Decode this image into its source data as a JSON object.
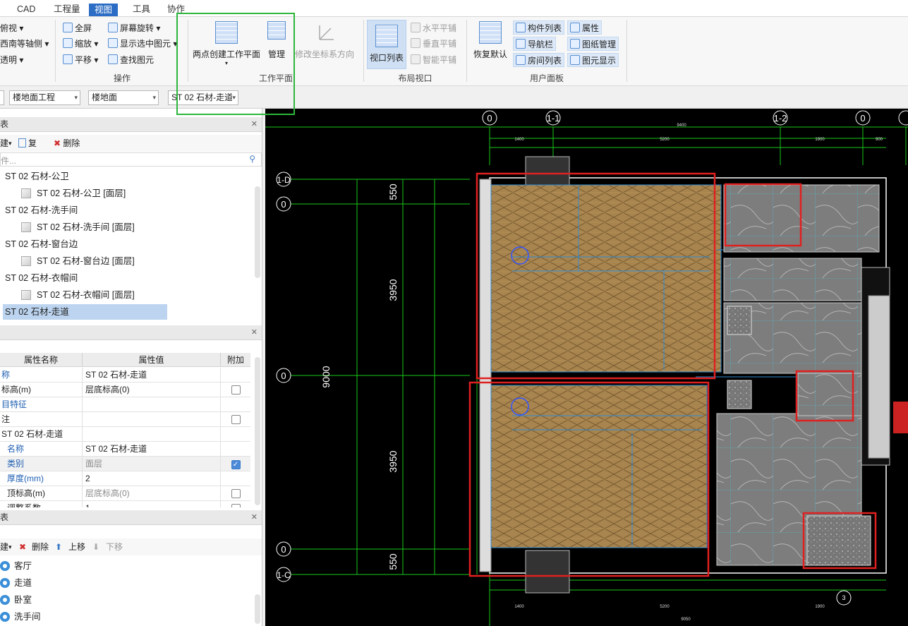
{
  "menu": [
    "CAD",
    "工程量",
    "视图",
    "工具",
    "协作"
  ],
  "menu_active": "视图",
  "ribbon": {
    "view_left": [
      "俯视",
      "西南等轴侧",
      "透明"
    ],
    "operate": {
      "fullscreen": "全屏",
      "zoom": "缩放",
      "pan": "平移",
      "rotate": "屏幕旋转",
      "show_selected": "显示选中图元",
      "find": "查找图元",
      "title": "操作"
    },
    "workplane": {
      "two_point": "两点创建工作平面",
      "manage": "管理",
      "modify_coord": "修改坐标系方向",
      "title": "工作平面"
    },
    "layout": {
      "viewport_list": "视口列表",
      "h_tile": "水平平铺",
      "v_tile": "垂直平铺",
      "smart_tile": "智能平铺",
      "title": "布局视口"
    },
    "user_panel": {
      "restore": "恢复默认",
      "component_list": "构件列表",
      "properties": "属性",
      "navigator": "导航栏",
      "drawing_mgmt": "图纸管理",
      "room_list": "房间列表",
      "element_display": "图元显示",
      "title": "用户面板"
    }
  },
  "toolbar2": {
    "combo1": "楼地面工程",
    "combo2": "楼地面",
    "combo3": "ST 02 石材-走道"
  },
  "component_panel": {
    "title": "表",
    "new": "建",
    "copy": "复制",
    "delete": "删除",
    "search_placeholder": "件...",
    "items": [
      {
        "label": "ST 02 石材-公卫",
        "level": 0
      },
      {
        "label": "ST 02 石材-公卫 [面层]",
        "level": 1
      },
      {
        "label": "ST 02 石材-洗手间",
        "level": 0
      },
      {
        "label": "ST 02 石材-洗手间 [面层]",
        "level": 1
      },
      {
        "label": "ST 02 石材-窗台边",
        "level": 0
      },
      {
        "label": "ST 02 石材-窗台边 [面层]",
        "level": 1
      },
      {
        "label": "ST 02 石材-衣帽间",
        "level": 0
      },
      {
        "label": "ST 02 石材-衣帽间 [面层]",
        "level": 1
      },
      {
        "label": "ST 02 石材-走道",
        "level": 0,
        "selected": true
      }
    ]
  },
  "property_panel": {
    "headers": [
      "属性名称",
      "属性值",
      "附加"
    ],
    "rows": [
      {
        "name": "称",
        "value": "ST 02 石材-走道",
        "name_class": "blue",
        "check": null
      },
      {
        "name": "标高(m)",
        "value": "层底标高(0)",
        "check": false
      },
      {
        "name": "目特征",
        "value": "",
        "name_class": "blue",
        "check": null
      },
      {
        "name": "注",
        "value": "",
        "check": false
      },
      {
        "name": "ST 02 石材-走道",
        "value": "",
        "check": null
      },
      {
        "name": "名称",
        "value": "ST 02 石材-走道",
        "name_class": "blue",
        "indent": true,
        "check": null
      },
      {
        "name": "类别",
        "value": "面层",
        "name_class": "blue",
        "indent": true,
        "value_class": "grey",
        "check": true,
        "gray": true
      },
      {
        "name": "厚度(mm)",
        "value": "2",
        "name_class": "blue",
        "indent": true,
        "check": null
      },
      {
        "name": "顶标高(m)",
        "value": "层底标高(0)",
        "indent": true,
        "value_class": "grey",
        "check": false
      },
      {
        "name": "调整系数",
        "value": "1",
        "indent": true,
        "check": false
      }
    ]
  },
  "room_panel": {
    "title": "表",
    "new": "建",
    "delete": "删除",
    "move_up": "上移",
    "move_down": "下移",
    "rooms": [
      "客厅",
      "走道",
      "卧室",
      "洗手间"
    ]
  },
  "drawing": {
    "axis_top": [
      "0",
      "1-1",
      "1-2",
      "0"
    ],
    "axis_left": [
      "1-D",
      "0",
      "0",
      "0",
      "1-C"
    ],
    "dims_left": [
      "550",
      "3950",
      "9000",
      "3950",
      "550"
    ],
    "top_total": "9400",
    "top_segments": [
      "1400",
      "5200",
      "1900",
      "900"
    ],
    "bottom_total": "9050",
    "bottom_segments": [
      "1400",
      "5200",
      "1900"
    ],
    "detail_mark": "3",
    "colors": {
      "red_box": "#e02020",
      "green_box": "#2db63c",
      "floor_wood": "#a8844e",
      "floor_stone": "#7d7d7d",
      "dim_green": "#19c819",
      "line_blue": "#2e8bd6"
    }
  }
}
